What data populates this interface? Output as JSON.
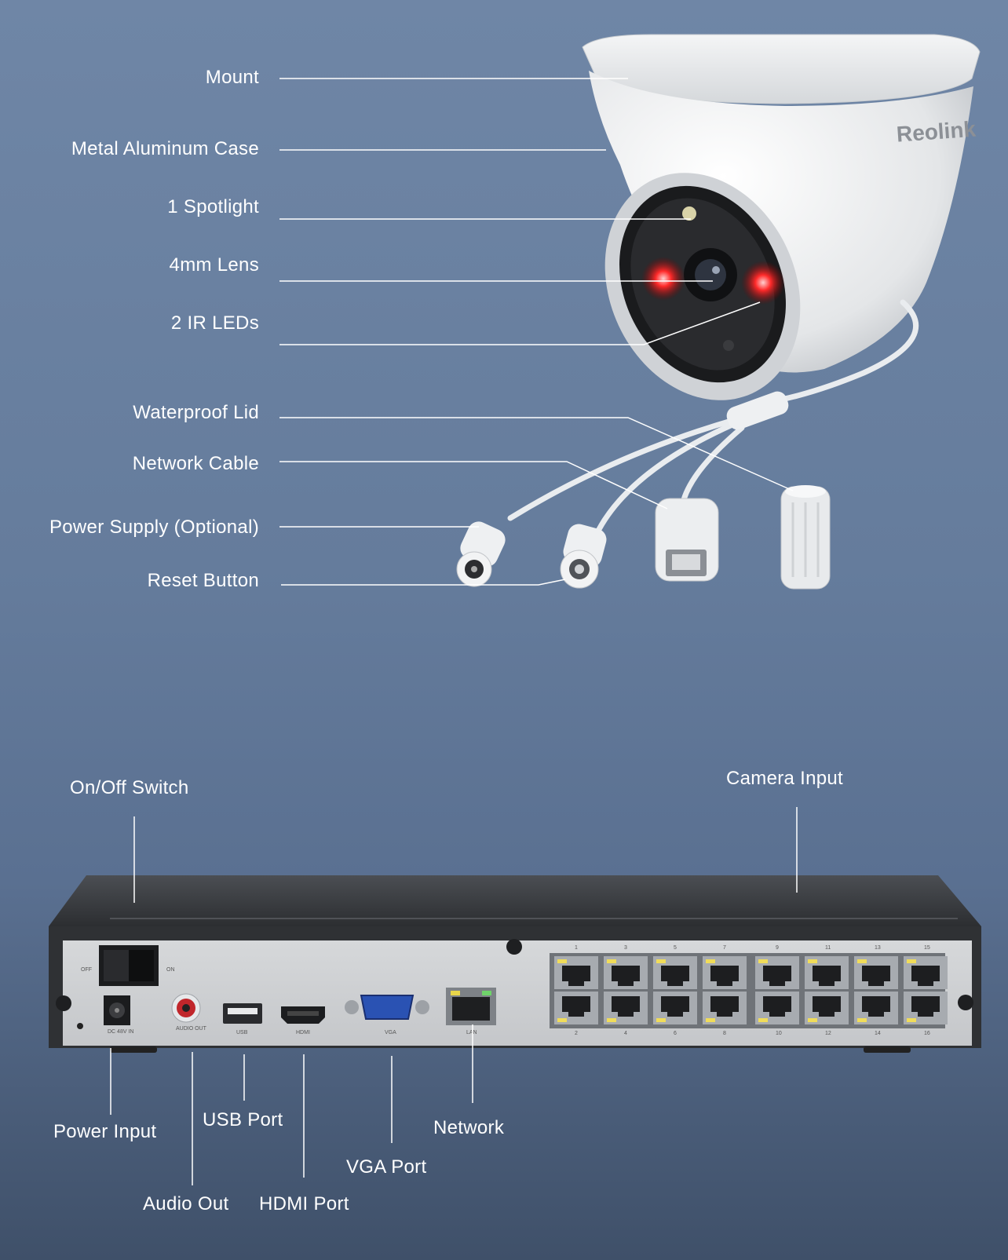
{
  "camera": {
    "brand": "Reolink",
    "callouts": [
      {
        "id": "mount",
        "label": "Mount"
      },
      {
        "id": "case",
        "label": "Metal Aluminum Case"
      },
      {
        "id": "spotlight",
        "label": "1 Spotlight"
      },
      {
        "id": "lens",
        "label": "4mm Lens"
      },
      {
        "id": "ir",
        "label": "2 IR LEDs"
      },
      {
        "id": "lid",
        "label": "Waterproof Lid"
      },
      {
        "id": "network",
        "label": "Network Cable"
      },
      {
        "id": "power",
        "label": "Power Supply (Optional)"
      },
      {
        "id": "reset",
        "label": "Reset Button"
      }
    ]
  },
  "nvr": {
    "callouts": {
      "onoff": "On/Off Switch",
      "camera_input": "Camera Input",
      "power_input": "Power Input",
      "audio_out": "Audio Out",
      "usb_port": "USB Port",
      "hdmi_port": "HDMI Port",
      "vga_port": "VGA Port",
      "network": "Network"
    },
    "panel_text": {
      "off": "OFF",
      "on": "ON",
      "dc": "DC 48V IN",
      "audio": "AUDIO OUT",
      "usb": "USB",
      "hdmi": "HDMI",
      "vga": "VGA",
      "lan": "LAN"
    },
    "port_numbers_top": [
      "1",
      "3",
      "5",
      "7",
      "9",
      "11",
      "13",
      "15"
    ],
    "port_numbers_bottom": [
      "2",
      "4",
      "6",
      "8",
      "10",
      "12",
      "14",
      "16"
    ]
  }
}
